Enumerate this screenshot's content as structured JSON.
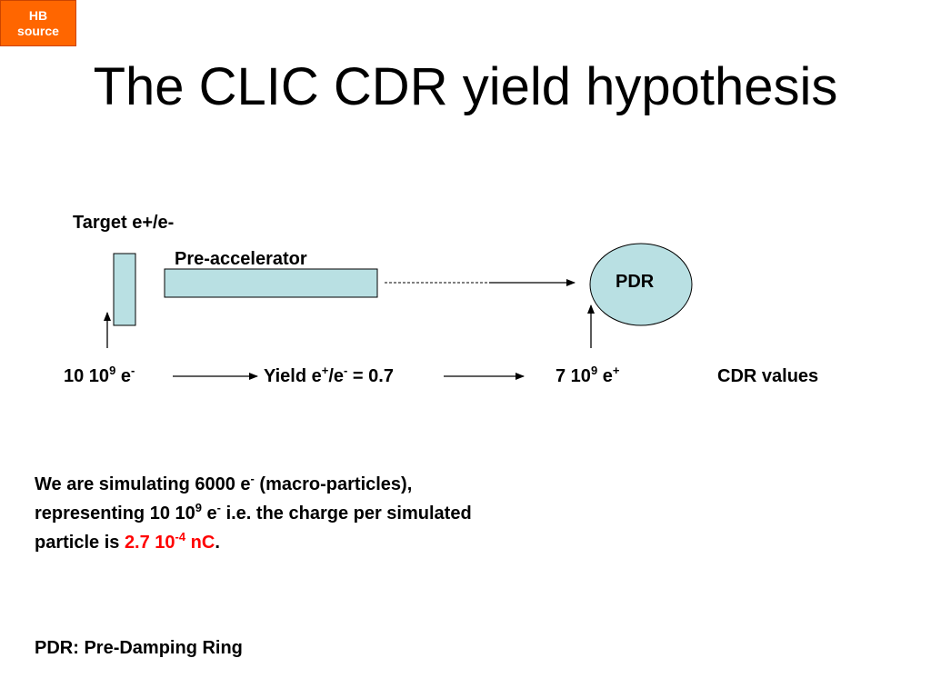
{
  "badge": {
    "line1": "HB",
    "line2": "source",
    "bg": "#ff6600"
  },
  "title": "The CLIC CDR yield hypothesis",
  "diagram": {
    "target_label": "Target e+/e-",
    "preaccel_label": "Pre-accelerator",
    "pdr_label": "PDR",
    "box_fill": "#b9e0e3",
    "flow": {
      "input": {
        "base": "10 10",
        "exp": "9",
        "tail": " e",
        "charge": "-"
      },
      "yield": {
        "text1": "Yield e",
        "sup1": "+",
        "text2": "/e",
        "sup2": "-",
        "text3": " = 0.7"
      },
      "output": {
        "base": "7 10",
        "exp": "9",
        "tail": " e",
        "charge": "+"
      },
      "note": "CDR values"
    }
  },
  "paragraph": {
    "l1a": "We are simulating 6000 e",
    "l1sup": "-",
    "l1b": " (macro-particles),",
    "l2a": "representing 10 10",
    "l2sup1": "9",
    "l2b": " e",
    "l2sup2": "-",
    "l2c": " i.e. the charge per simulated",
    "l3a": "particle is ",
    "charge_value": "2.7 10",
    "charge_exp": "-4",
    "charge_unit": " nC",
    "l3end": ".",
    "highlight_color": "#ff0000"
  },
  "footer": "PDR: Pre-Damping Ring"
}
